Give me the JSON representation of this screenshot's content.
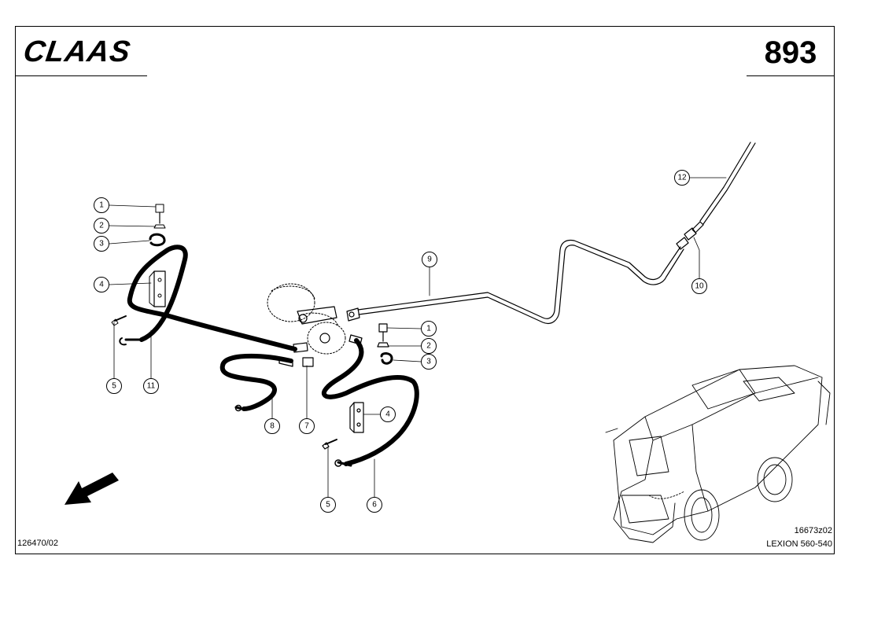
{
  "header": {
    "brand": "CLAAS",
    "page_number": "893"
  },
  "footer": {
    "drawing_id": "126470/02",
    "image_code": "16673z02",
    "model": "LEXION 560-540"
  },
  "callouts": {
    "c1a": "1",
    "c2a": "2",
    "c3a": "3",
    "c4a": "4",
    "c5a": "5",
    "c11": "11",
    "c9": "9",
    "c12": "12",
    "c10": "10",
    "c1b": "1",
    "c2b": "2",
    "c3b": "3",
    "c4b": "4",
    "c8": "8",
    "c7": "7",
    "c5b": "5",
    "c6": "6"
  },
  "icons": [
    "direction-arrow-icon",
    "combine-harvester-icon"
  ]
}
